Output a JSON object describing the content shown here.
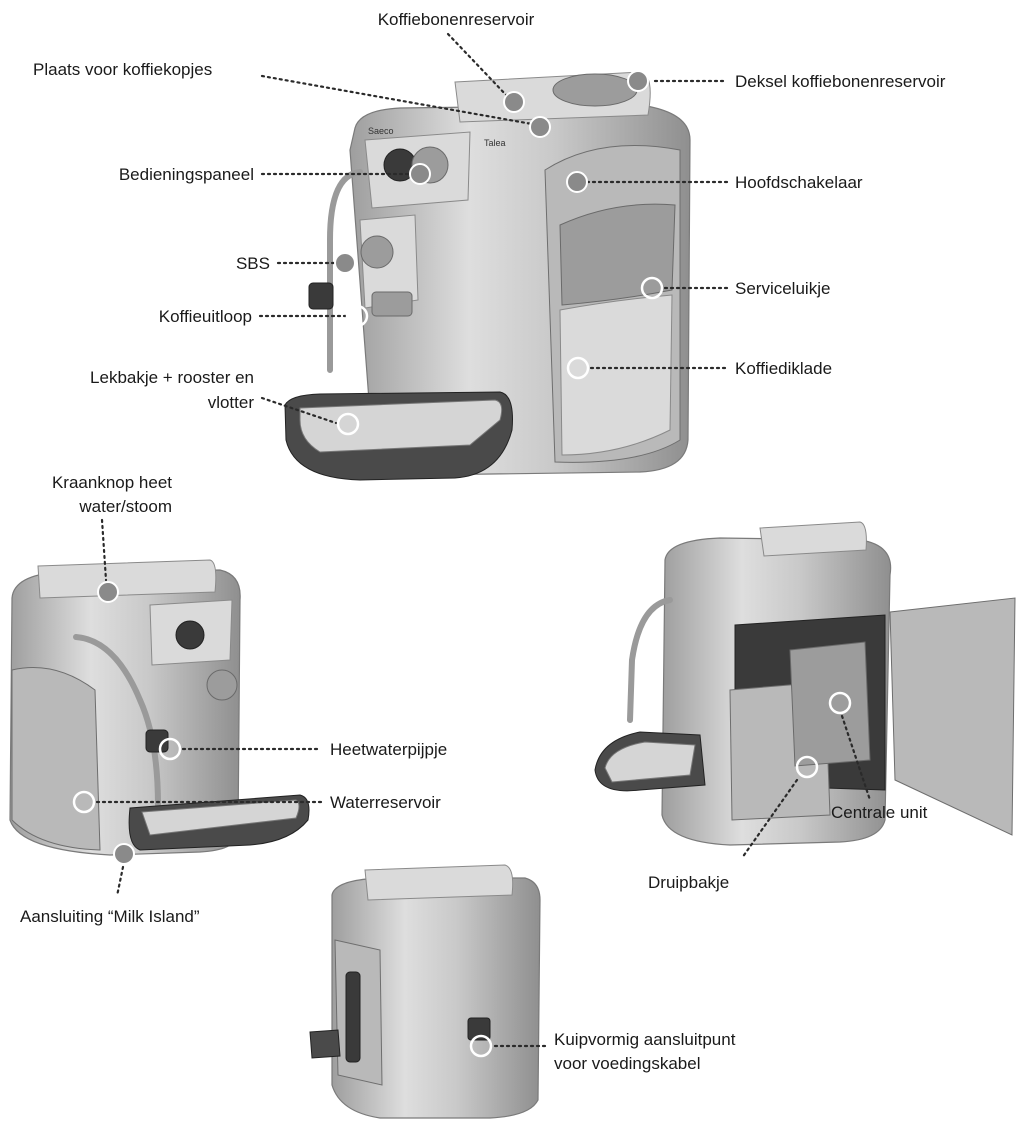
{
  "labels": {
    "koffiebonenreservoir": "Koffiebonenreservoir",
    "plaats_kopjes": "Plaats voor koffiekopjes",
    "deksel": "Deksel koffiebonenreservoir",
    "bedieningspaneel": "Bedieningspaneel",
    "hoofdschakelaar": "Hoofdschakelaar",
    "sbs": "SBS",
    "serviceluikje": "Serviceluikje",
    "koffieuitloop": "Koffieuitloop",
    "koffiediklade": "Koffiediklade",
    "lekbakje_1": "Lekbakje + rooster en",
    "lekbakje_2": "vlotter",
    "kraanknop_1": "Kraanknop heet",
    "kraanknop_2": "water/stoom",
    "heetwaterpijpje": "Heetwaterpijpje",
    "waterreservoir": "Waterreservoir",
    "aansluiting": "Aansluiting “Milk Island”",
    "centrale_unit": "Centrale unit",
    "druipbakje": "Druipbakje",
    "kuipvormig_1": "Kuipvormig aansluitpunt",
    "kuipvormig_2": "voor voedingskabel"
  },
  "machine_text": {
    "brand": "Saeco",
    "model": "Talea"
  },
  "colors": {
    "marker": "#8a8a8a",
    "leader": "#2a2a2a",
    "text": "#1a1a1a",
    "silver": "#c4c4c4"
  }
}
